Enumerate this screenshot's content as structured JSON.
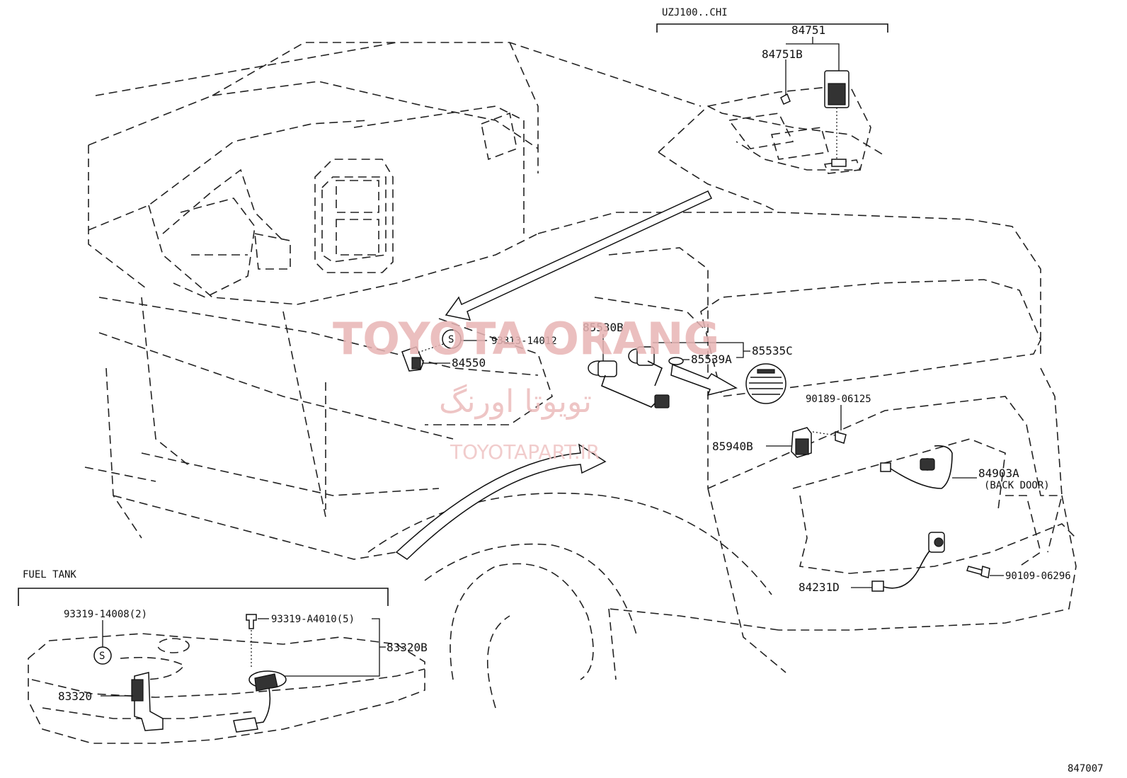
{
  "diagram_number": "847007",
  "watermark": {
    "brand": "TOYOTA ORANG",
    "brand_fa": "تویوتا اورنگ",
    "site": "TOYOTAPART.IR"
  },
  "groups": {
    "uzj": "UZJ100..CHI",
    "fuel_tank": "FUEL TANK"
  },
  "parts": {
    "p84751": "84751",
    "p84751B": "84751B",
    "p93313": "93313-14012",
    "p84550": "84550",
    "p85530B": "85530B",
    "p85539A": "85539A",
    "p85535C": "85535C",
    "p90189": "90189-06125",
    "p85940B": "85940B",
    "p84903A": "84903A",
    "p84903A_note": "(BACK DOOR)",
    "p84231D": "84231D",
    "p90109": "90109-06296",
    "p93319a": "93319-14008(2)",
    "p93319b": "93319-A4010(5)",
    "p83320B": "83320B",
    "p83320": "83320"
  },
  "symbols": {
    "s_mark": "S"
  }
}
